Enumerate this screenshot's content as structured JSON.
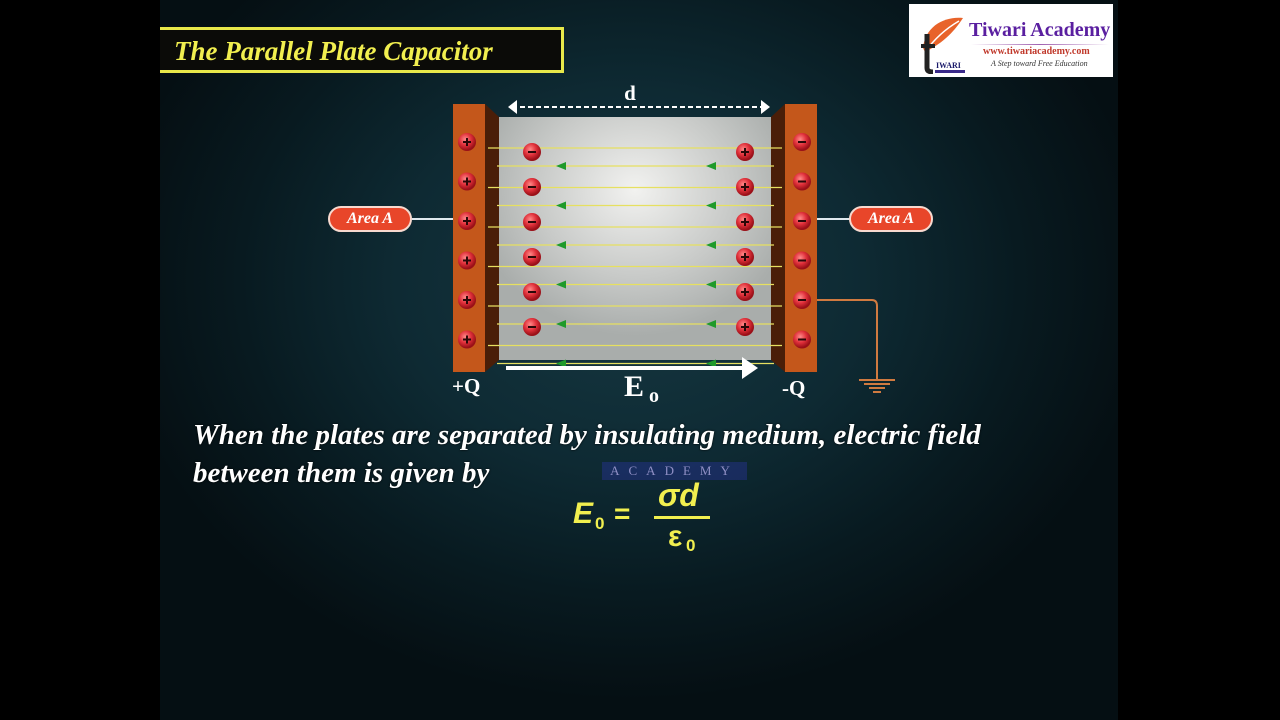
{
  "title": "The Parallel Plate Capacitor",
  "logo": {
    "name": "Tiwari Academy",
    "url": "www.tiwariacademy.com",
    "tagline": "A Step toward Free Education",
    "mark_text": "IWARI"
  },
  "diagram": {
    "separation_label": "d",
    "left_area_label": "Area A",
    "right_area_label": "Area A",
    "left_charge_label": "+Q",
    "right_charge_label": "-Q",
    "field_label": "E",
    "field_subscript": "o",
    "left_plate_charge_sign": "+",
    "right_plate_charge_sign": "−",
    "plate_charges_per_side": 6,
    "induced_charge_rows": 6,
    "field_line_count": 12,
    "ground_symbol": "ground-icon",
    "colors": {
      "plate": "#c4571b",
      "plate_shadow": "#4a1e08",
      "charge": "#e0303a",
      "field_line": "#e6e060",
      "field_arrow": "#1f9a2a",
      "dielectric": "#c9ccca",
      "badge": "#e8462a",
      "title_text": "#f1ef4f"
    }
  },
  "text": {
    "line1": "When the plates are separated by insulating medium, electric field",
    "line2": "between them is given by"
  },
  "equation": {
    "lhs": "E",
    "lhs_sub": "0",
    "equals": "=",
    "numerator": "σd",
    "denominator": "ε",
    "denominator_sub": "0"
  },
  "watermark": "ACADEMY"
}
